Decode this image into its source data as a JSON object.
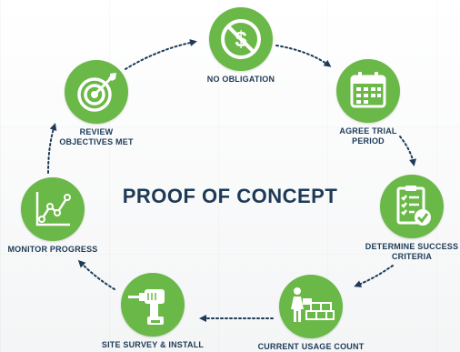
{
  "diagram": {
    "title": "PROOF OF CONCEPT",
    "accent_color": "#6ab847",
    "text_color": "#1d3a57",
    "arrow_color": "#1d3a57",
    "steps": [
      {
        "label": "NO OBLIGATION",
        "icon": "no-dollar-icon"
      },
      {
        "label": "AGREE TRIAL\nPERIOD",
        "icon": "calendar-icon"
      },
      {
        "label": "DETERMINE SUCCESS\nCRITERIA",
        "icon": "checklist-icon"
      },
      {
        "label": "CURRENT USAGE COUNT",
        "icon": "worker-boxes-icon"
      },
      {
        "label": "SITE SURVEY & INSTALL",
        "icon": "drill-icon"
      },
      {
        "label": "MONITOR PROGRESS",
        "icon": "line-chart-icon"
      },
      {
        "label": "REVIEW\nOBJECTIVES MET",
        "icon": "target-icon"
      }
    ]
  }
}
